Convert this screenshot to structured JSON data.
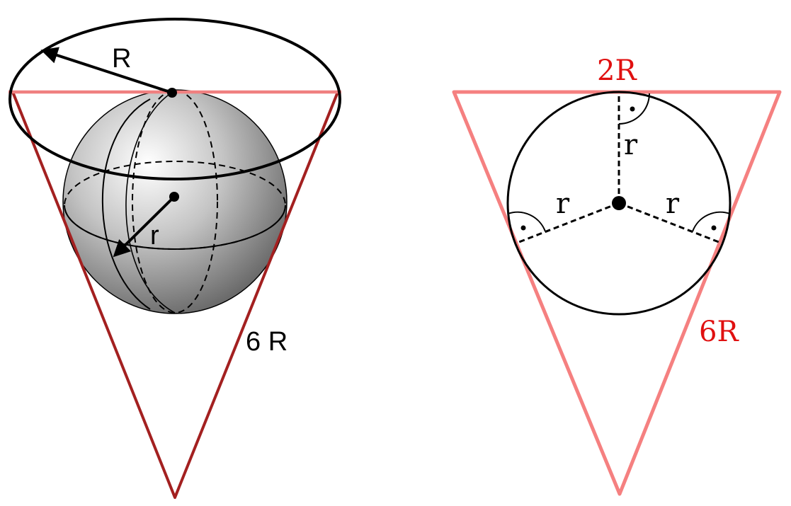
{
  "left_figure": {
    "label_R": "R",
    "label_r": "r",
    "label_side": "6 R",
    "colors": {
      "cone_edge": "#a32020",
      "rim_line": "#f08080",
      "outline": "#000000"
    }
  },
  "right_figure": {
    "label_top": "2R",
    "label_side": "6R",
    "label_r_top": "r",
    "label_r_left": "r",
    "label_r_right": "r",
    "colors": {
      "triangle": "#f58080",
      "label": "#e01010",
      "outline": "#000000"
    }
  }
}
